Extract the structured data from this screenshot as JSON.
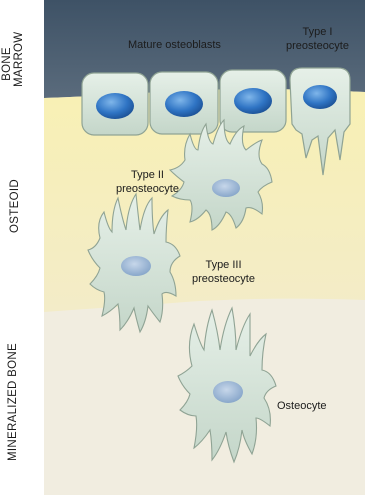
{
  "zones": {
    "bone_marrow": "BONE MARROW",
    "osteoid": "OSTEOID",
    "mineralized_bone": "MINERALIZED BONE"
  },
  "cells": {
    "mature_osteoblasts": "Mature osteoblasts",
    "type1_line1": "Type I",
    "type1_line2": "preosteocyte",
    "type2_line1": "Type II",
    "type2_line2": "preosteocyte",
    "type3_line1": "Type III",
    "type3_line2": "preosteocyte",
    "osteocyte": "Osteocyte"
  },
  "colors": {
    "marrow_bg": "#4a5d70",
    "osteoid_bg": "#f6efb6",
    "bone_bg": "#f1ede0",
    "cell_body": "#dce9df",
    "cell_edge": "#97a99b",
    "nucleus": "#2a72c2"
  }
}
